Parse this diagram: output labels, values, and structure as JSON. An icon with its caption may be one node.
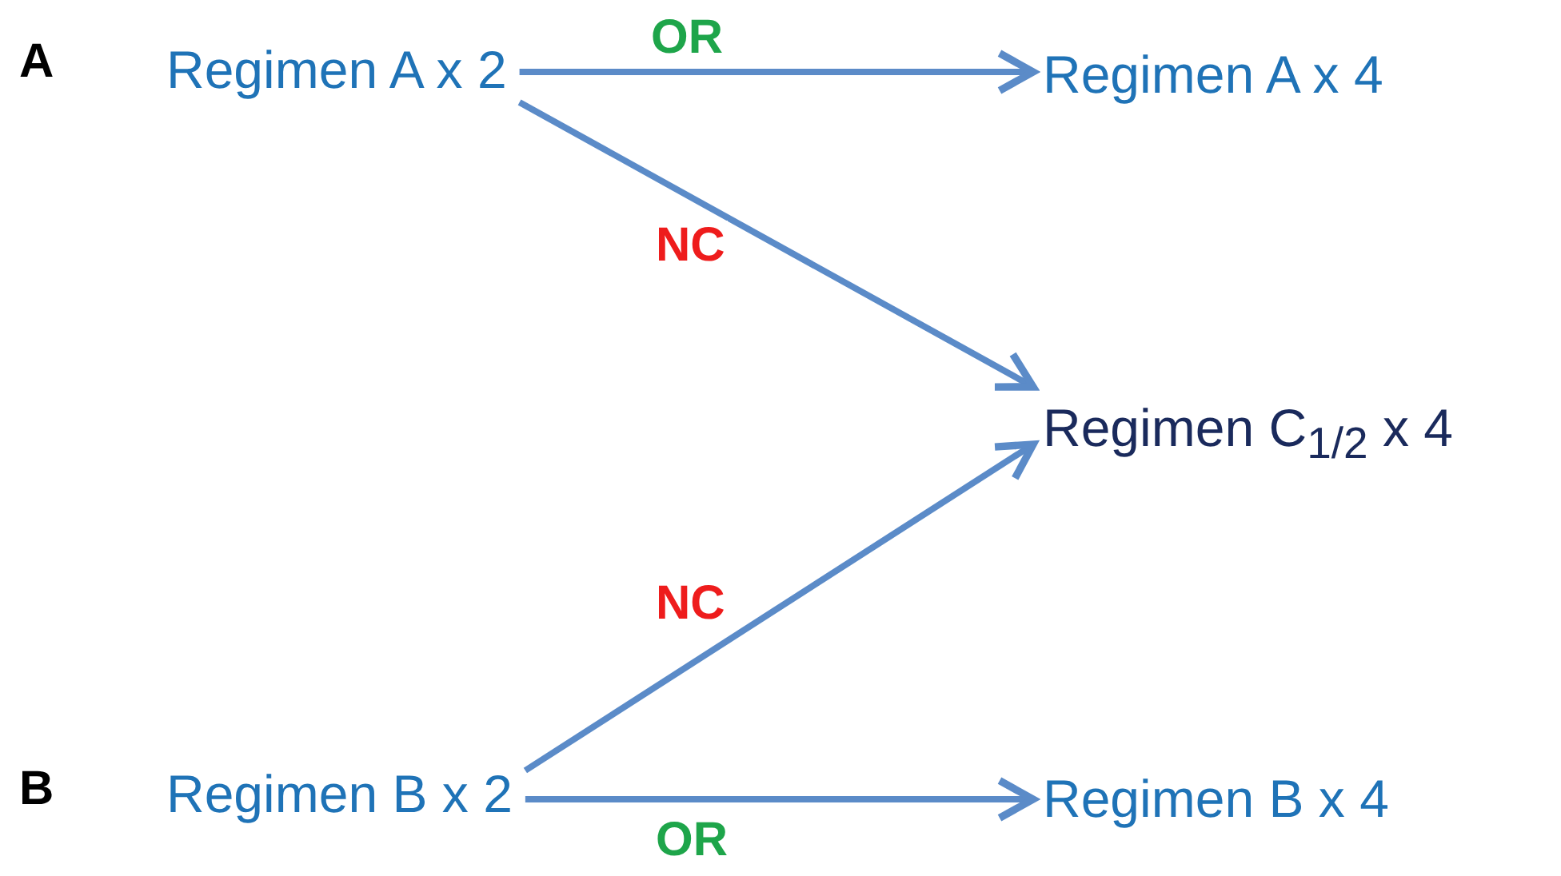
{
  "diagram": {
    "nodes": [
      {
        "text": [
          "Regimen A x 2"
        ]
      },
      {
        "text": [
          "Regimen A x 4"
        ]
      },
      {
        "text": [
          "Regimen C$_{1/2}$ x 4"
        ]
      },
      {
        "text": [
          "Regimen B x 2"
        ]
      },
      {
        "text": [
          "Regimen B x 4"
        ]
      }
    ],
    "edges": [
      {
        "from": 0,
        "to": 1,
        "arrow": "to",
        "label": "OR"
      },
      {
        "from": 0,
        "to": 2,
        "arrow": "to",
        "label": "NC"
      },
      {
        "from": 3,
        "to": 2,
        "arrow": "to",
        "label": "NC"
      },
      {
        "from": 3,
        "to": 4,
        "arrow": "to",
        "label": "OR"
      }
    ],
    "labels": [
      "A",
      "B"
    ]
  }
}
